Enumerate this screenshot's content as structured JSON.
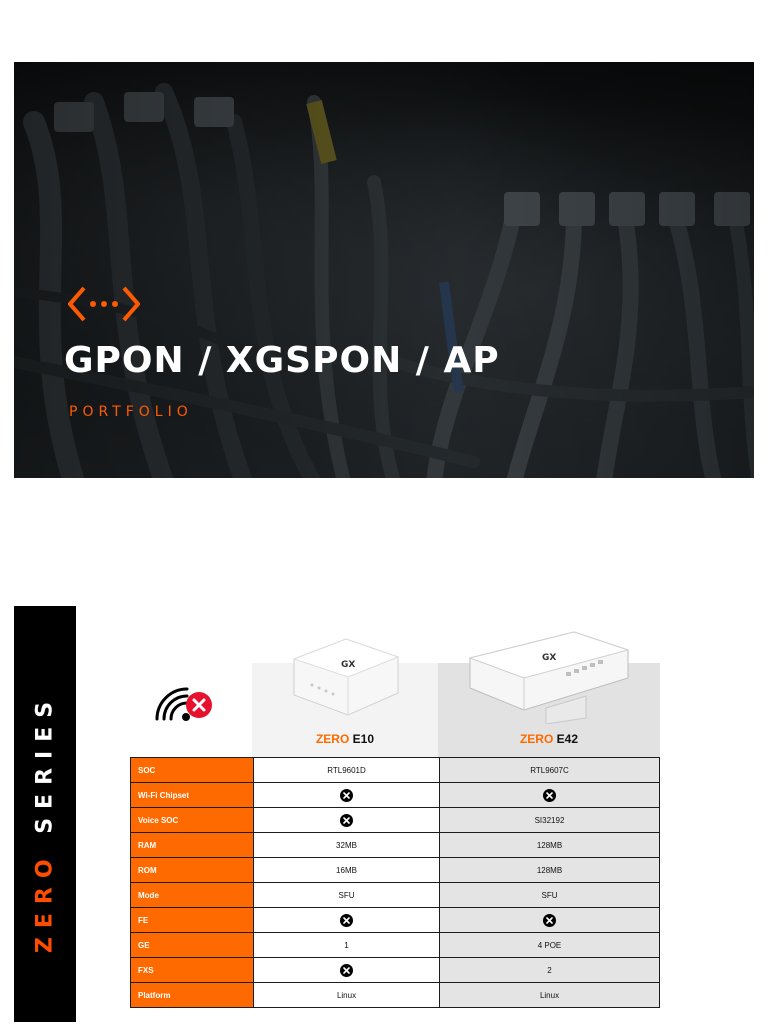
{
  "hero": {
    "title": "GPON / XGSPON / AP",
    "subtitle": "PORTFOLIO",
    "logo_icon": "chevron-dots-icon",
    "accent_color": "#ff5a00"
  },
  "series": {
    "word1": "ZERO",
    "word2": "SERIES"
  },
  "header_icon": "no-wifi-icon",
  "products": [
    {
      "brand": "ZERO",
      "model": "E10",
      "logo": "GX"
    },
    {
      "brand": "ZERO",
      "model": "E42",
      "logo": "GX"
    }
  ],
  "table": {
    "rows": [
      {
        "label": "SOC",
        "e10": "RTL9601D",
        "e42": "RTL9607C"
      },
      {
        "label": "Wi-Fi Chipset",
        "e10": "x-icon",
        "e42": "x-icon"
      },
      {
        "label": "Voice SOC",
        "e10": "x-icon",
        "e42": "SI32192"
      },
      {
        "label": "RAM",
        "e10": "32MB",
        "e42": "128MB"
      },
      {
        "label": "ROM",
        "e10": "16MB",
        "e42": "128MB"
      },
      {
        "label": "Mode",
        "e10": "SFU",
        "e42": "SFU"
      },
      {
        "label": "FE",
        "e10": "x-icon",
        "e42": "x-icon"
      },
      {
        "label": "GE",
        "e10": "1",
        "e42": "4 POE"
      },
      {
        "label": "FXS",
        "e10": "x-icon",
        "e42": "2"
      },
      {
        "label": "Platform",
        "e10": "Linux",
        "e42": "Linux"
      }
    ]
  }
}
